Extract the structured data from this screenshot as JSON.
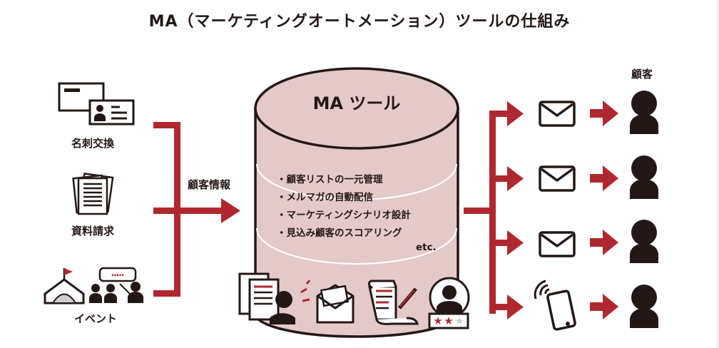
{
  "title": "MA（マーケティングオートメーション）ツールの仕組み",
  "colors": {
    "accent": "#b0282f",
    "cylinder_fill": "#e4c9c9",
    "ink": "#231815"
  },
  "sources": [
    {
      "label": "名刺交換",
      "icon": "business-card-icon"
    },
    {
      "label": "資料請求",
      "icon": "documents-icon"
    },
    {
      "label": "イベント",
      "icon": "event-seminar-icon"
    }
  ],
  "flow_label": "顧客情報",
  "ma_tool": {
    "title": "MA ツール",
    "features": [
      "・顧客リストの一元管理",
      "・メルマガの自動配信",
      "・マーケティングシナリオ設計",
      "・見込み顧客のスコアリング"
    ],
    "etc": "etc.",
    "bottom_icons": [
      "customer-list-icon",
      "email-open-icon",
      "scenario-document-icon",
      "lead-score-icon"
    ],
    "lead_score_stars": {
      "filled": 2,
      "total": 3
    }
  },
  "outputs": {
    "header": "顧客",
    "channels": [
      "mail-icon",
      "mail-icon",
      "mail-icon",
      "smartphone-icon"
    ]
  }
}
